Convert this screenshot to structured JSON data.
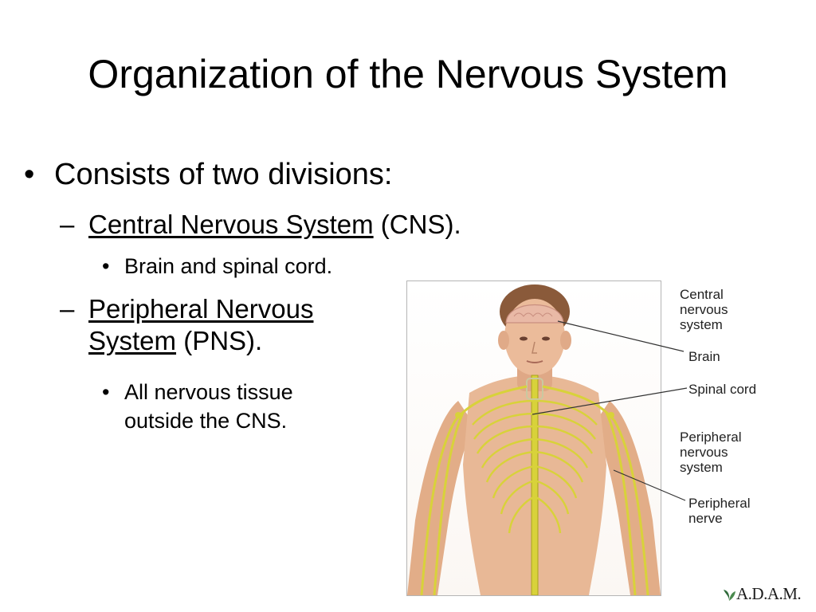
{
  "slide": {
    "title": "Organization of the Nervous System",
    "bullet1": "Consists of two divisions:",
    "cns": {
      "name": "Central Nervous System",
      "abbr": "(CNS).",
      "desc": "Brain and spinal cord."
    },
    "pns": {
      "name_line1": "Peripheral Nervous",
      "name_line2": "System",
      "abbr": "(PNS).",
      "desc_line1": "All nervous tissue",
      "desc_line2": "outside the CNS."
    },
    "bullet_char": "•",
    "sub_bullet_char": "•",
    "dash_char": "–"
  },
  "figure": {
    "labels": {
      "cns_group": "Central\nnervous\nsystem",
      "brain": "Brain",
      "spinal_cord": "Spinal cord",
      "pns_group": "Peripheral\nnervous\nsystem",
      "peripheral_nerve": "Peripheral\nnerve"
    },
    "credit": "A.D.A.M."
  },
  "colors": {
    "nerve": "#d8d23a",
    "skin": "#e8b896",
    "brain": "#e9b9a6"
  }
}
